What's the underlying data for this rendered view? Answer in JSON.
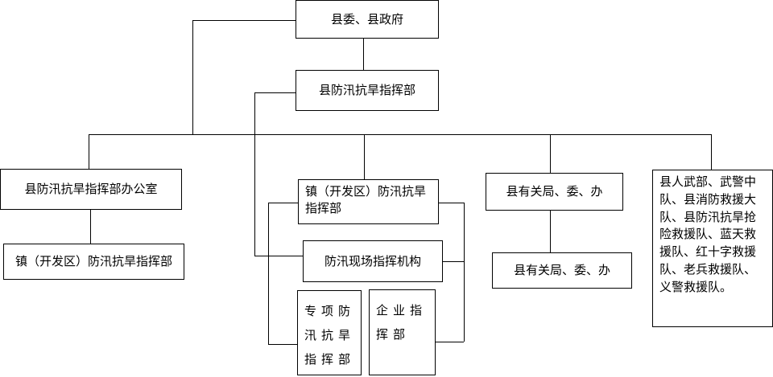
{
  "nodes": {
    "county_gov": "县委、县政府",
    "county_hq": "县防汛抗旱指挥部",
    "county_office": "县防汛抗旱指挥部办公室",
    "town_hq_left": "镇（开发区）防汛抗旱指挥部",
    "town_hq_center": "镇（开发区）防汛抗旱指挥部",
    "field_command": "防汛现场指挥机构",
    "special_hq": "专项防汛抗旱指挥部",
    "enterprise_hq": "企业指挥部",
    "county_depts_top": "县有关局、委、办",
    "county_depts_bottom": "县有关局、委、办",
    "rescue_teams": "县人武部、武警中队、县消防救援大队、县防汛抗旱抢险救援队、蓝天救援队、红十字救援队、老兵救援队、义警救援队。"
  }
}
